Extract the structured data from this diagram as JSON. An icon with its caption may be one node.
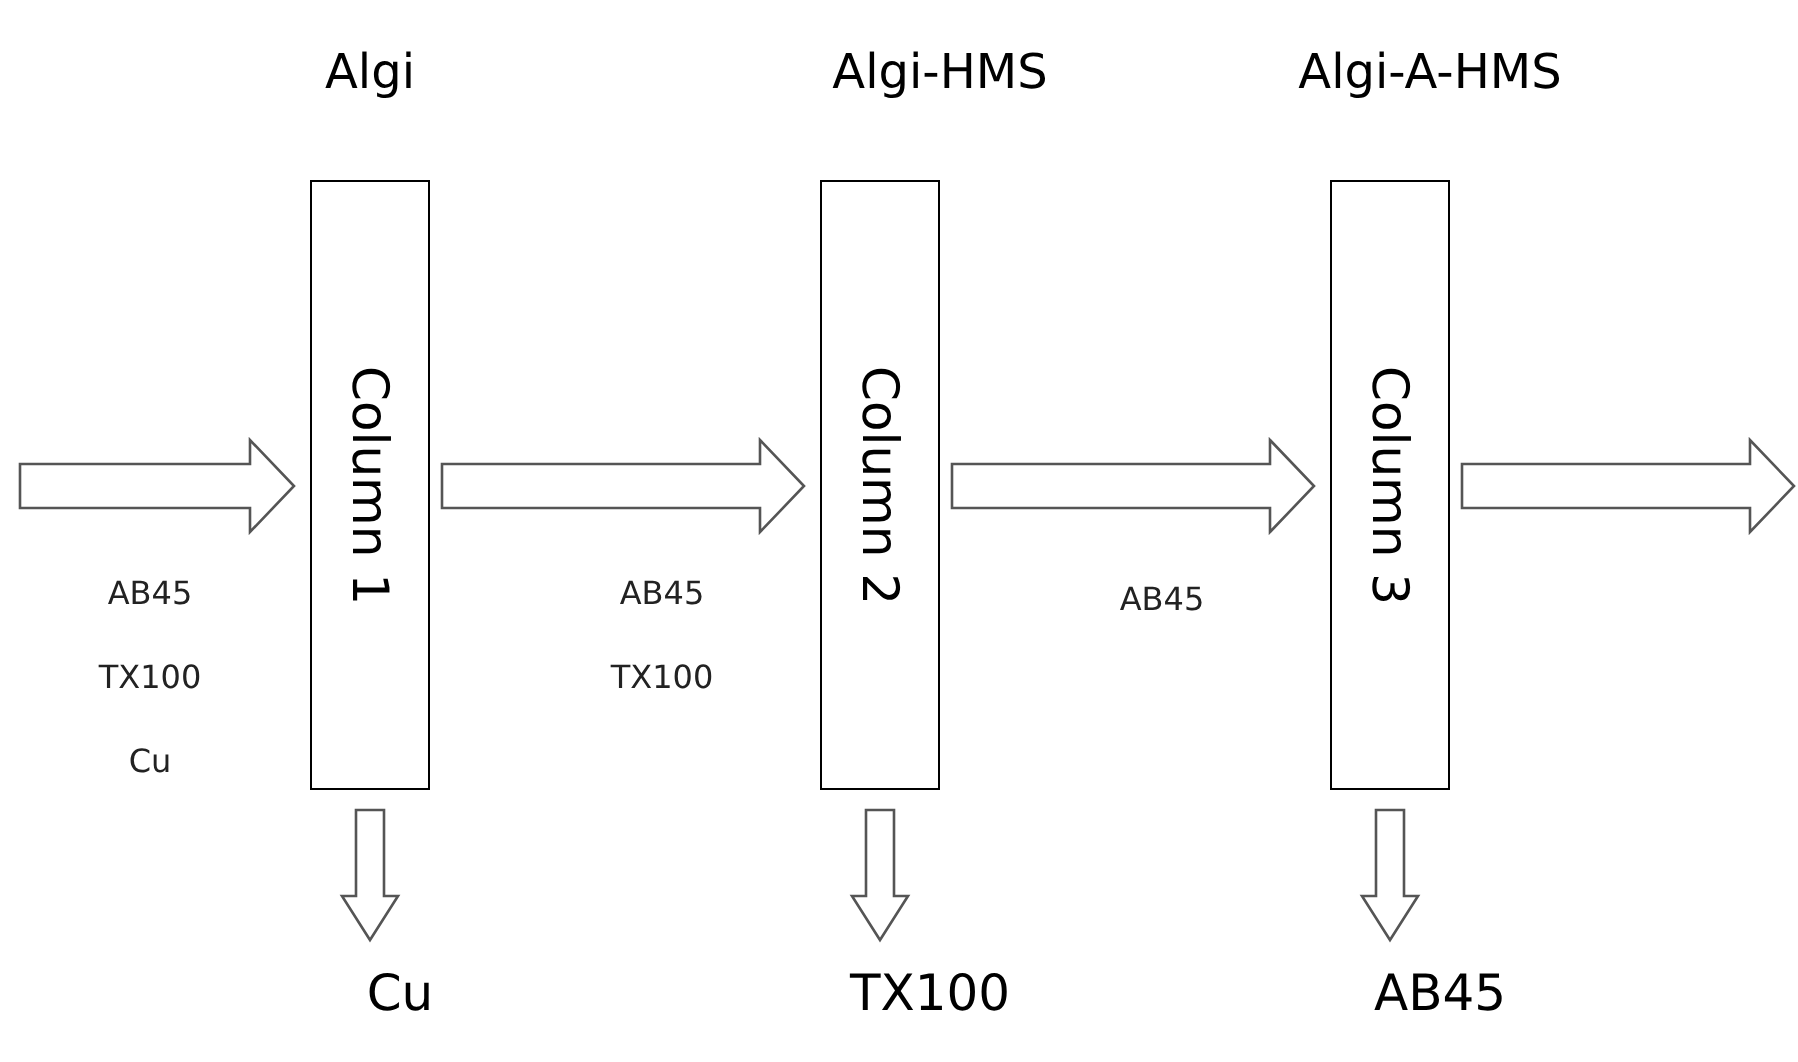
{
  "diagram": {
    "nodes": [
      {
        "text": [
          "Column 1"
        ],
        "beside": [
          "Algi"
        ]
      },
      {
        "text": [
          "Column 2"
        ],
        "beside": [
          "Algi-HMS"
        ]
      },
      {
        "text": [
          "Column 3"
        ],
        "beside": [
          "Algi-A-HMS"
        ]
      },
      {
        "text": [
          "Cu"
        ]
      },
      {
        "text": [
          "TX100"
        ]
      },
      {
        "text": [
          "AB45"
        ]
      }
    ],
    "edges": [
      {
        "from": null,
        "to": 0,
        "arrow": "to",
        "label": "AB45 TX100 Cu"
      },
      {
        "from": 0,
        "to": 1,
        "arrow": "to",
        "label": "AB45 TX100"
      },
      {
        "from": 1,
        "to": 2,
        "arrow": "to",
        "label": "AB45"
      },
      {
        "from": 2,
        "to": null,
        "arrow": "to"
      },
      {
        "from": 0,
        "to": 3,
        "arrow": "to"
      },
      {
        "from": 1,
        "to": 4,
        "arrow": "to"
      },
      {
        "from": 2,
        "to": 5,
        "arrow": "to"
      }
    ]
  }
}
